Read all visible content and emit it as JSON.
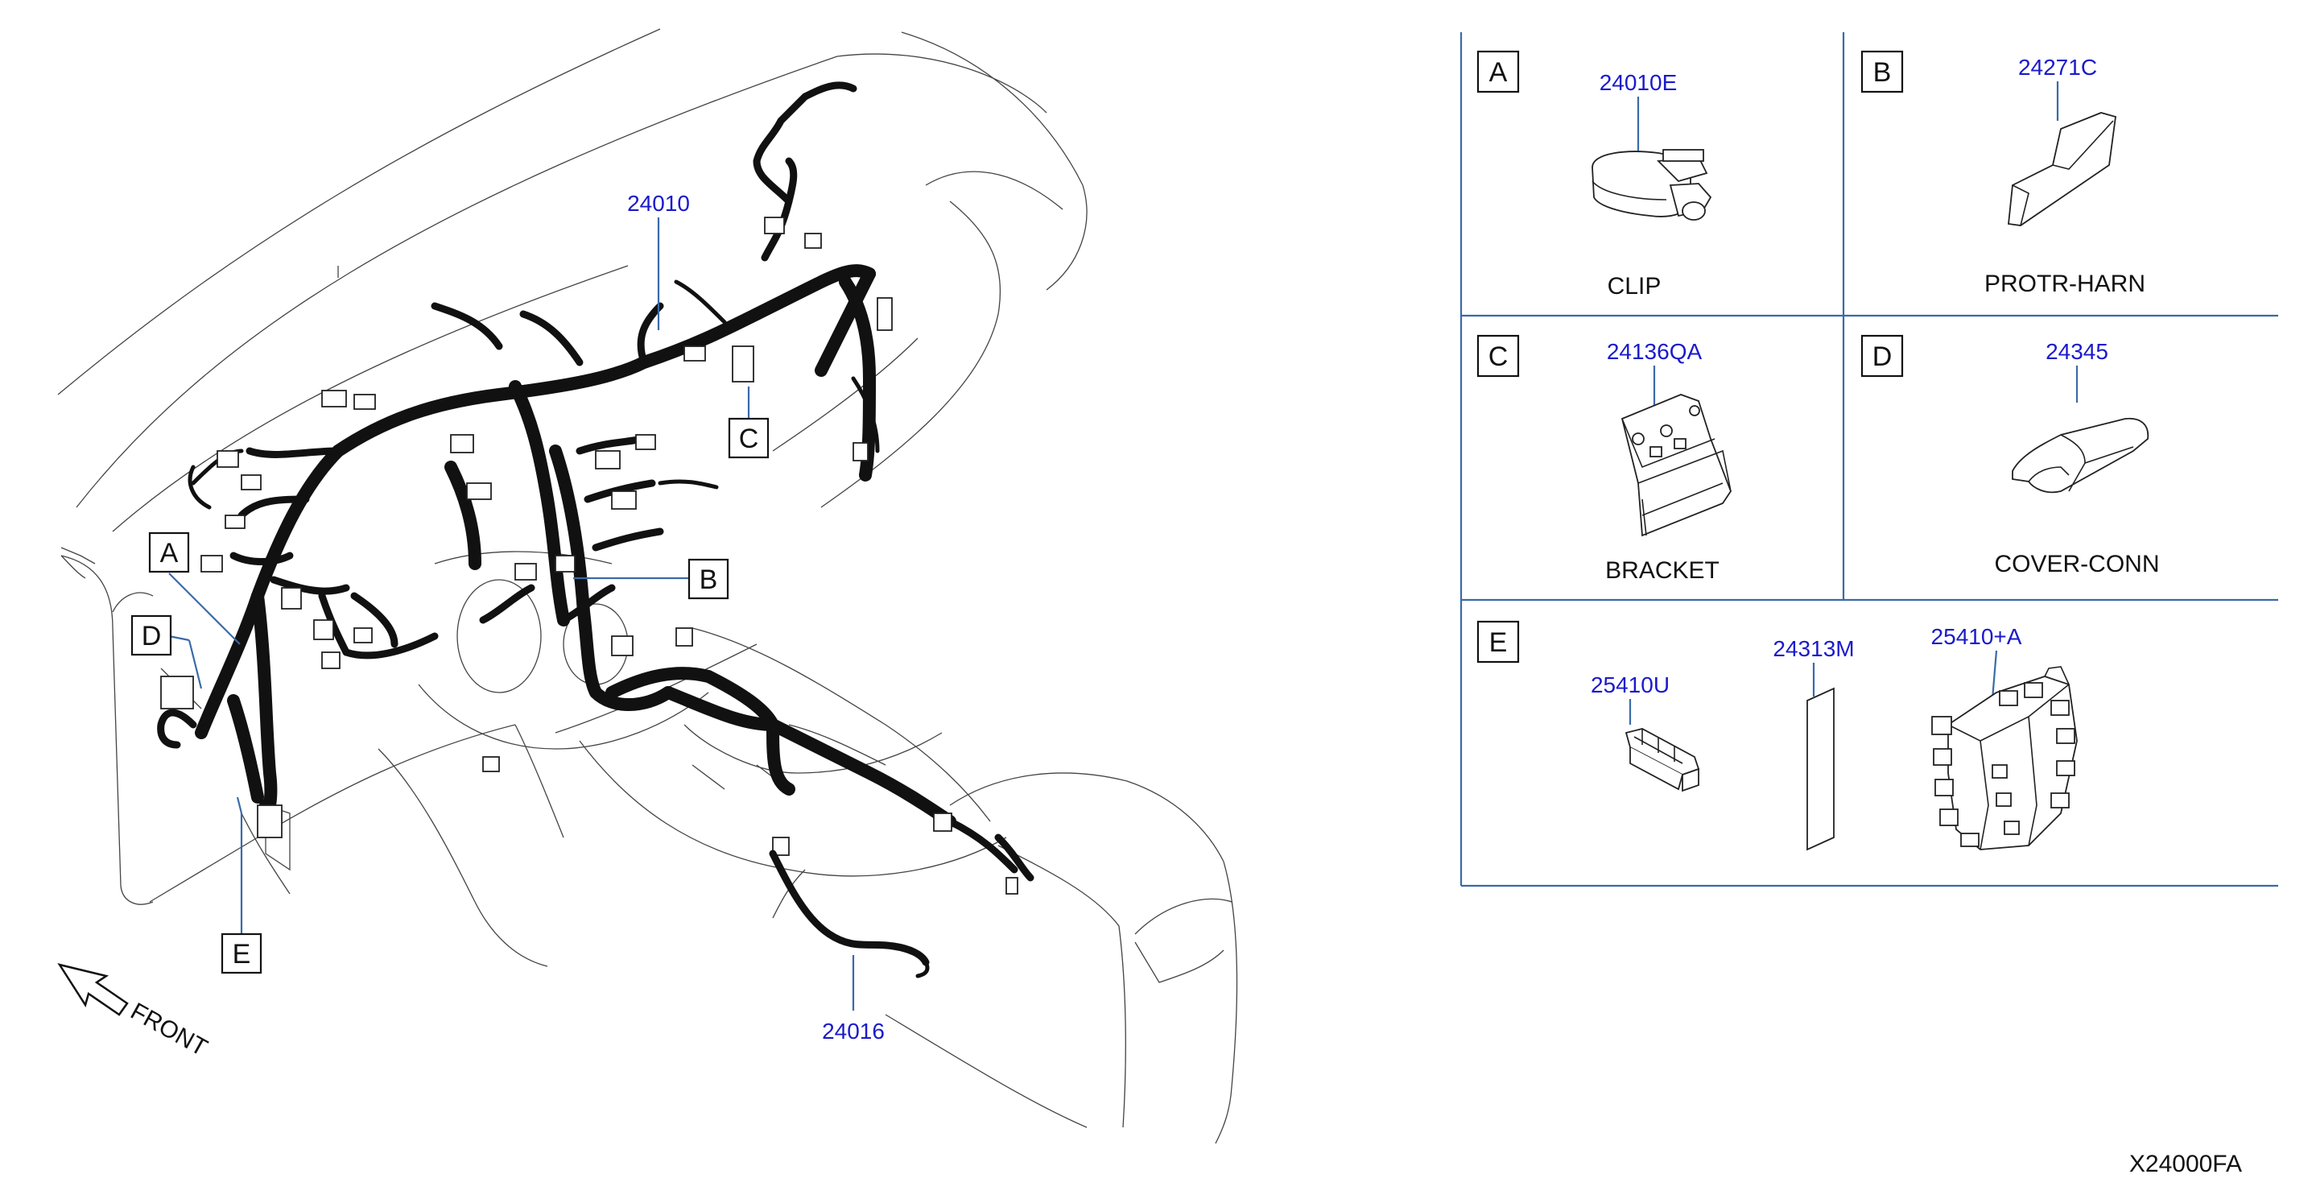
{
  "diagram": {
    "code": "X24000FA",
    "front_label": "FRONT",
    "main_parts": {
      "harness_main": "24010",
      "harness_console": "24016"
    },
    "callouts": {
      "a": "A",
      "b": "B",
      "c": "C",
      "d": "D",
      "e": "E"
    }
  },
  "legend": {
    "cells": [
      {
        "letter": "A",
        "part_no": "24010E",
        "name": "CLIP"
      },
      {
        "letter": "B",
        "part_no": "24271C",
        "name": "PROTR-HARN"
      },
      {
        "letter": "C",
        "part_no": "24136QA",
        "name": "BRACKET"
      },
      {
        "letter": "D",
        "part_no": "24345",
        "name": "COVER-CONN"
      },
      {
        "letter": "E",
        "part_nos": [
          "25410U",
          "24313M",
          "25410+A"
        ]
      }
    ]
  },
  "colors": {
    "part_number": "#1a1acc",
    "leader_line": "#3a6aa8",
    "harness": "#111111"
  }
}
